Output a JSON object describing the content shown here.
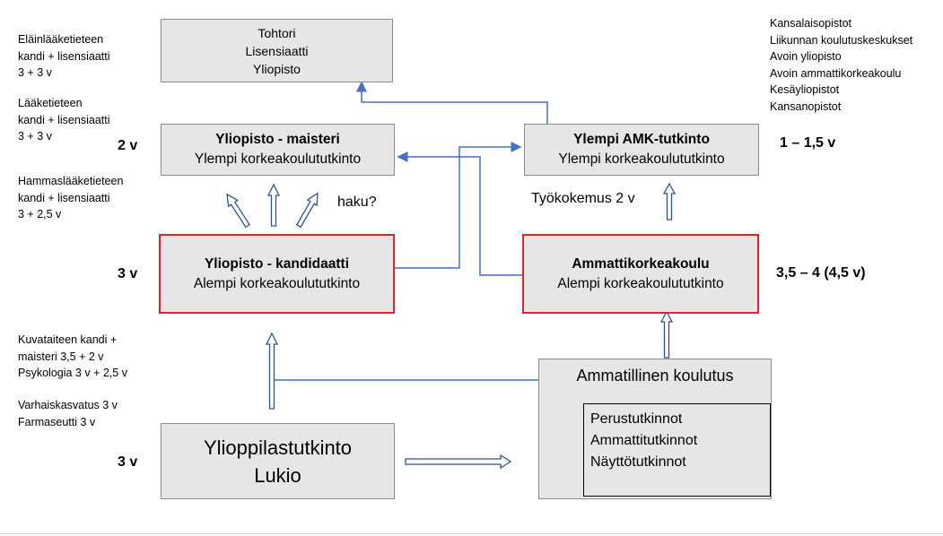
{
  "boxes": {
    "doctor": {
      "lines": [
        "Tohtori",
        "Lisensiaatti",
        "Yliopisto"
      ]
    },
    "master": {
      "title": "Yliopisto - maisteri",
      "subtitle": "Ylempi korkeakoulututkinto"
    },
    "amk_master": {
      "title": "Ylempi AMK-tutkinto",
      "subtitle": "Ylempi korkeakoulututkinto"
    },
    "bachelor": {
      "title": "Yliopisto - kandidaatti",
      "subtitle": "Alempi korkeakoulututkinto"
    },
    "amk": {
      "title": "Ammattikorkeakoulu",
      "subtitle": "Alempi korkeakoulututkinto"
    },
    "vocational": {
      "title": "Ammatillinen koulutus",
      "inner": [
        "Perustutkinnot",
        "Ammattitutkinnot",
        "Näyttötutkinnot"
      ]
    },
    "upper_secondary": {
      "lines": [
        "Ylioppilastutkinto",
        "Lukio"
      ]
    }
  },
  "durations": {
    "master": "2 v",
    "amk_master": "1 – 1,5 v",
    "bachelor": "3 v",
    "amk": "3,5 – 4 (4,5 v)",
    "upper_secondary": "3 v"
  },
  "labels": {
    "haku": "haku?",
    "work_experience": "Työkokemus 2 v"
  },
  "notes_left_top": [
    [
      "Eläinlääketieteen",
      "kandi + lisensiaatti",
      "3 + 3 v"
    ],
    [
      "Lääketieteen",
      "kandi + lisensiaatti",
      "3 + 3 v"
    ],
    [
      "Hammaslääketieteen",
      "kandi + lisensiaatti",
      "3 + 2,5 v"
    ]
  ],
  "notes_left_bottom": [
    [
      "Kuvataiteen kandi +",
      "maisteri 3,5 + 2 v",
      "Psykologia 3 v + 2,5 v"
    ],
    [
      "Varhaiskasvatus 3 v",
      "Farmaseutti 3 v"
    ]
  ],
  "notes_right_top": [
    "Kansalaisopistot",
    "Liikunnan koulutuskeskukset",
    "Avoin yliopisto",
    "Avoin ammattikorkeakoulu",
    "Kesäyliopistot",
    "Kansanopistot"
  ],
  "colors": {
    "box_fill": "#e7e6e6",
    "box_border": "#8c8c8c",
    "highlight_border": "#d9262a",
    "connector": "#4472c4",
    "arrow_fill": "#ffffff",
    "arrow_stroke": "#2f528f"
  }
}
